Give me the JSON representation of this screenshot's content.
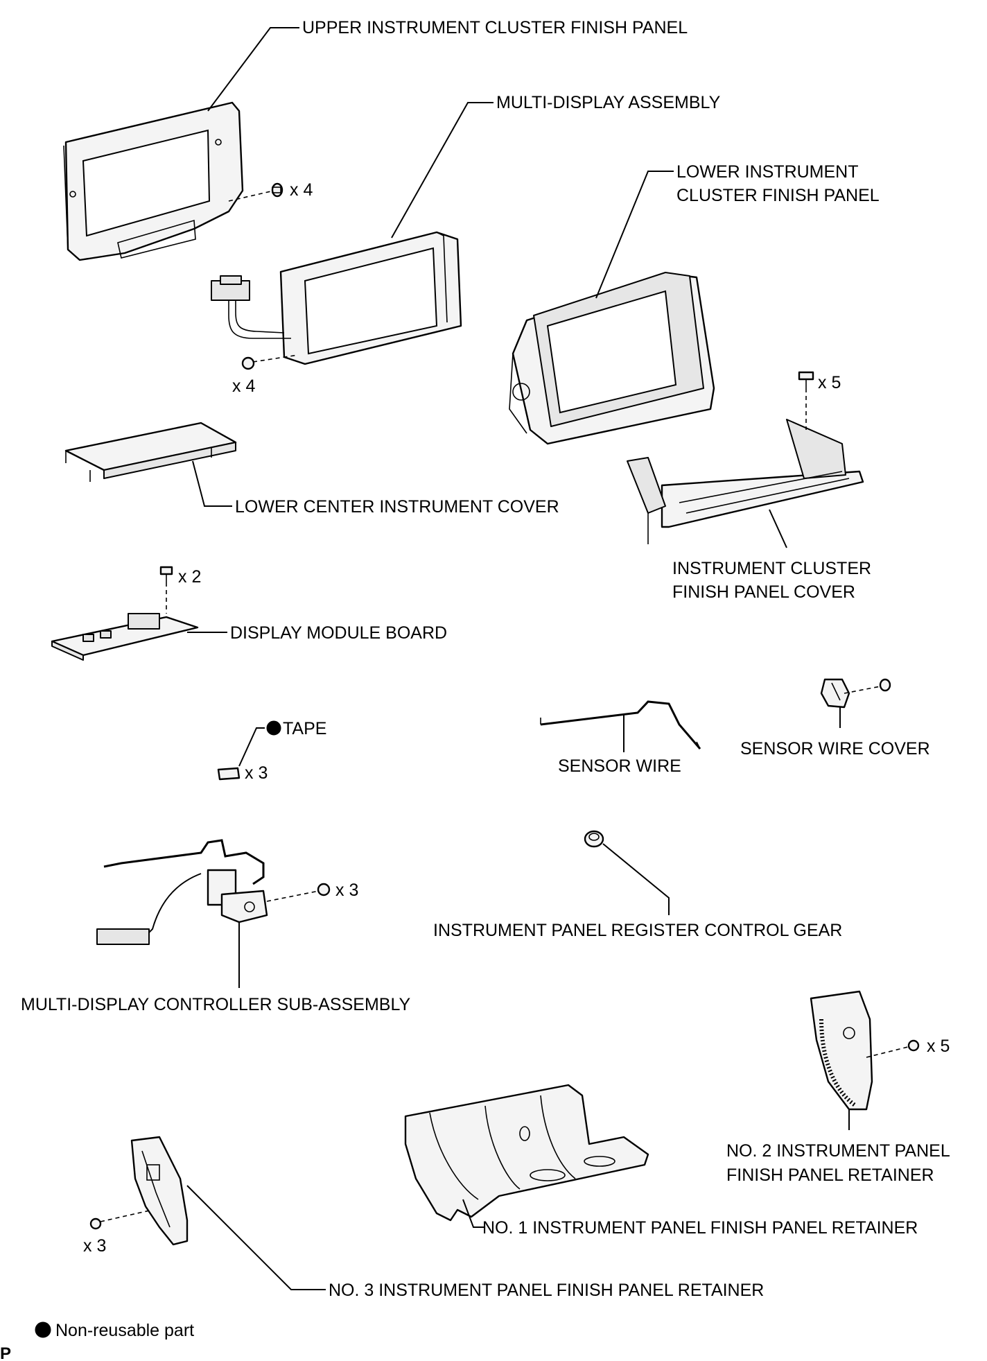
{
  "labels": {
    "upper_panel": "UPPER INSTRUMENT CLUSTER FINISH PANEL",
    "multi_display": "MULTI-DISPLAY ASSEMBLY",
    "lower_panel_line1": "LOWER INSTRUMENT",
    "lower_panel_line2": "CLUSTER FINISH PANEL",
    "lower_center_cover": "LOWER CENTER INSTRUMENT COVER",
    "panel_cover_line1": "INSTRUMENT CLUSTER",
    "panel_cover_line2": "FINISH PANEL COVER",
    "display_board": "DISPLAY MODULE BOARD",
    "tape": "TAPE",
    "sensor_wire": "SENSOR WIRE",
    "sensor_wire_cover": "SENSOR WIRE COVER",
    "register_gear": "INSTRUMENT PANEL REGISTER CONTROL GEAR",
    "controller": "MULTI-DISPLAY CONTROLLER SUB-ASSEMBLY",
    "retainer2_line1": "NO. 2 INSTRUMENT PANEL",
    "retainer2_line2": "FINISH PANEL RETAINER",
    "retainer1": "NO. 1 INSTRUMENT PANEL FINISH PANEL RETAINER",
    "retainer3": "NO. 3 INSTRUMENT PANEL FINISH PANEL RETAINER"
  },
  "quantities": {
    "upper_panel_screws": "x 4",
    "multi_display_screws": "x 4",
    "panel_cover_screws": "x 5",
    "display_board_screws": "x 2",
    "tape": "x 3",
    "controller_screws": "x 3",
    "retainer2_screws": "x 5",
    "retainer3_screws": "x 3"
  },
  "legend": {
    "non_reusable": "Non-reusable part"
  },
  "corner_mark": "P"
}
